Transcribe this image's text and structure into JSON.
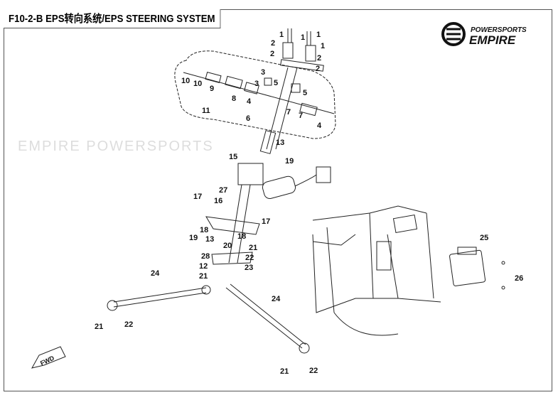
{
  "title": "F10-2-B EPS转向系统/EPS STEERING SYSTEM",
  "logo": {
    "line1": "POWERSPORTS",
    "line2": "EMPIRE"
  },
  "watermark": "EMPIRE POWERSPORTS",
  "fwd_label": "FWD",
  "callouts": [
    {
      "n": "1"
    },
    {
      "n": "1"
    },
    {
      "n": "1"
    },
    {
      "n": "1"
    },
    {
      "n": "2"
    },
    {
      "n": "2"
    },
    {
      "n": "2"
    },
    {
      "n": "2"
    },
    {
      "n": "10"
    },
    {
      "n": "10"
    },
    {
      "n": "9"
    },
    {
      "n": "8"
    },
    {
      "n": "4"
    },
    {
      "n": "4"
    },
    {
      "n": "3"
    },
    {
      "n": "3"
    },
    {
      "n": "5"
    },
    {
      "n": "5"
    },
    {
      "n": "7"
    },
    {
      "n": "7"
    },
    {
      "n": "11"
    },
    {
      "n": "6"
    },
    {
      "n": "13"
    },
    {
      "n": "19"
    },
    {
      "n": "15"
    },
    {
      "n": "27"
    },
    {
      "n": "16"
    },
    {
      "n": "17"
    },
    {
      "n": "17"
    },
    {
      "n": "18"
    },
    {
      "n": "18"
    },
    {
      "n": "19"
    },
    {
      "n": "13"
    },
    {
      "n": "20"
    },
    {
      "n": "21"
    },
    {
      "n": "22"
    },
    {
      "n": "28"
    },
    {
      "n": "12"
    },
    {
      "n": "21"
    },
    {
      "n": "23"
    },
    {
      "n": "24"
    },
    {
      "n": "24"
    },
    {
      "n": "21"
    },
    {
      "n": "22"
    },
    {
      "n": "21"
    },
    {
      "n": "22"
    },
    {
      "n": "25"
    },
    {
      "n": "26"
    }
  ]
}
